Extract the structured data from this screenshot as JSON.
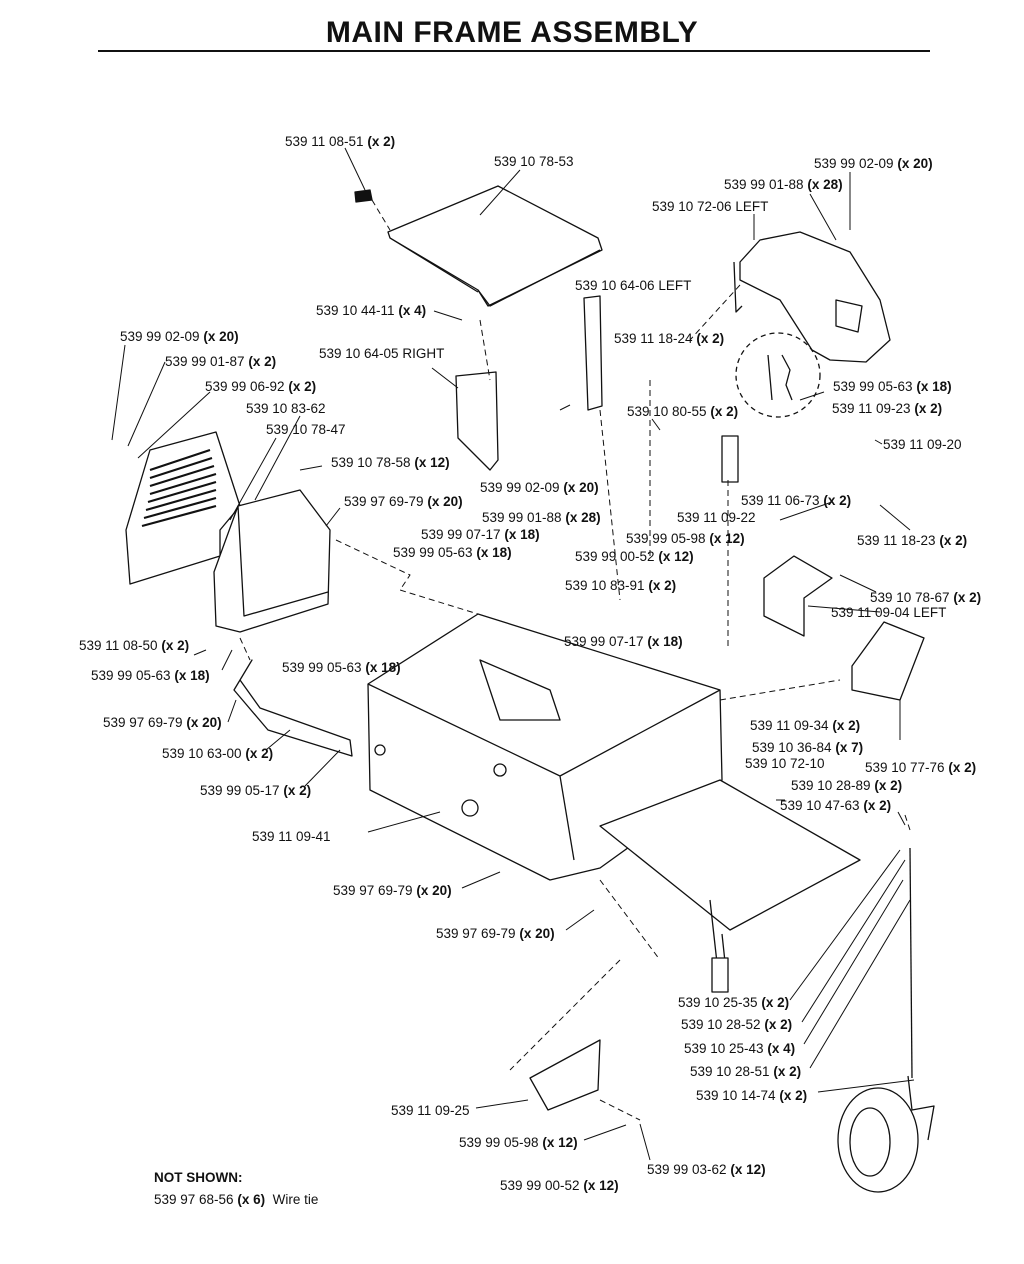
{
  "title": "MAIN FRAME ASSEMBLY",
  "labels": [
    {
      "part": "539 11 08-51",
      "qty": "(x 2)"
    },
    {
      "part": "539 10 78-53",
      "qty": ""
    },
    {
      "part": "539 99 02-09",
      "qty": "(x 20)"
    },
    {
      "part": "539 99 01-88",
      "qty": "(x 28)"
    },
    {
      "part": "539 10 72-06 LEFT",
      "qty": ""
    },
    {
      "part": "539 10 64-06 LEFT",
      "qty": ""
    },
    {
      "part": "539 10 44-11",
      "qty": "(x 4)"
    },
    {
      "part": "539 99 02-09",
      "qty": "(x 20)"
    },
    {
      "part": "539 11 18-24",
      "qty": "(x 2)"
    },
    {
      "part": "539 10 64-05 RIGHT",
      "qty": ""
    },
    {
      "part": "539 99 01-87",
      "qty": "(x 2)"
    },
    {
      "part": "539 99 06-92",
      "qty": "(x 2)"
    },
    {
      "part": "539 99 05-63",
      "qty": "(x 18)"
    },
    {
      "part": "539 10 83-62",
      "qty": ""
    },
    {
      "part": "539 10 80-55",
      "qty": "(x 2)"
    },
    {
      "part": "539 11 09-23",
      "qty": "(x 2)"
    },
    {
      "part": "539 10 78-47",
      "qty": ""
    },
    {
      "part": "539 11 09-20",
      "qty": ""
    },
    {
      "part": "539 10 78-58",
      "qty": "(x 12)"
    },
    {
      "part": "539 99 02-09",
      "qty": "(x 20)"
    },
    {
      "part": "539 97 69-79",
      "qty": "(x 20)"
    },
    {
      "part": "539 11 06-73",
      "qty": "(x 2)"
    },
    {
      "part": "539 99 01-88",
      "qty": "(x 28)"
    },
    {
      "part": "539 11 09-22",
      "qty": ""
    },
    {
      "part": "539 99 07-17",
      "qty": "(x 18)"
    },
    {
      "part": "539 11 18-23",
      "qty": "(x 2)"
    },
    {
      "part": "539 99 05-98",
      "qty": "(x 12)"
    },
    {
      "part": "539 99 05-63",
      "qty": "(x 18)"
    },
    {
      "part": "539 99 00-52",
      "qty": "(x 12)"
    },
    {
      "part": "539 10 83-91",
      "qty": "(x 2)"
    },
    {
      "part": "539 10 78-67",
      "qty": "(x 2)"
    },
    {
      "part": "539 11 09-04 LEFT",
      "qty": ""
    },
    {
      "part": "539 11 08-50",
      "qty": "(x 2)"
    },
    {
      "part": "539 99 07-17",
      "qty": "(x 18)"
    },
    {
      "part": "539 99 05-63",
      "qty": "(x 18)"
    },
    {
      "part": "539 99 05-63",
      "qty": "(x 18)"
    },
    {
      "part": "539 97 69-79",
      "qty": "(x 20)"
    },
    {
      "part": "539 11 09-34",
      "qty": "(x 2)"
    },
    {
      "part": "539 10 36-84",
      "qty": "(x 7)"
    },
    {
      "part": "539 10 63-00",
      "qty": "(x 2)"
    },
    {
      "part": "539 10 72-10",
      "qty": ""
    },
    {
      "part": "539 10 77-76",
      "qty": "(x 2)"
    },
    {
      "part": "539 10 28-89",
      "qty": "(x 2)"
    },
    {
      "part": "539 99 05-17",
      "qty": "(x 2)"
    },
    {
      "part": "539 10 47-63",
      "qty": "(x 2)"
    },
    {
      "part": "539 11 09-41",
      "qty": ""
    },
    {
      "part": "539 97 69-79",
      "qty": "(x 20)"
    },
    {
      "part": "539 97 69-79",
      "qty": "(x 20)"
    },
    {
      "part": "539 10 25-35",
      "qty": "(x 2)"
    },
    {
      "part": "539 10 28-52",
      "qty": "(x 2)"
    },
    {
      "part": "539 10 25-43",
      "qty": "(x 4)"
    },
    {
      "part": "539 10 28-51",
      "qty": "(x 2)"
    },
    {
      "part": "539 10 14-74",
      "qty": "(x 2)"
    },
    {
      "part": "539 11 09-25",
      "qty": ""
    },
    {
      "part": "539 99 05-98",
      "qty": "(x 12)"
    },
    {
      "part": "539 99 03-62",
      "qty": "(x 12)"
    },
    {
      "part": "539 99 00-52",
      "qty": "(x 12)"
    }
  ],
  "not_shown": {
    "heading": "NOT SHOWN:",
    "part": "539 97 68-56",
    "qty": "(x 6)",
    "description": "Wire tie"
  }
}
